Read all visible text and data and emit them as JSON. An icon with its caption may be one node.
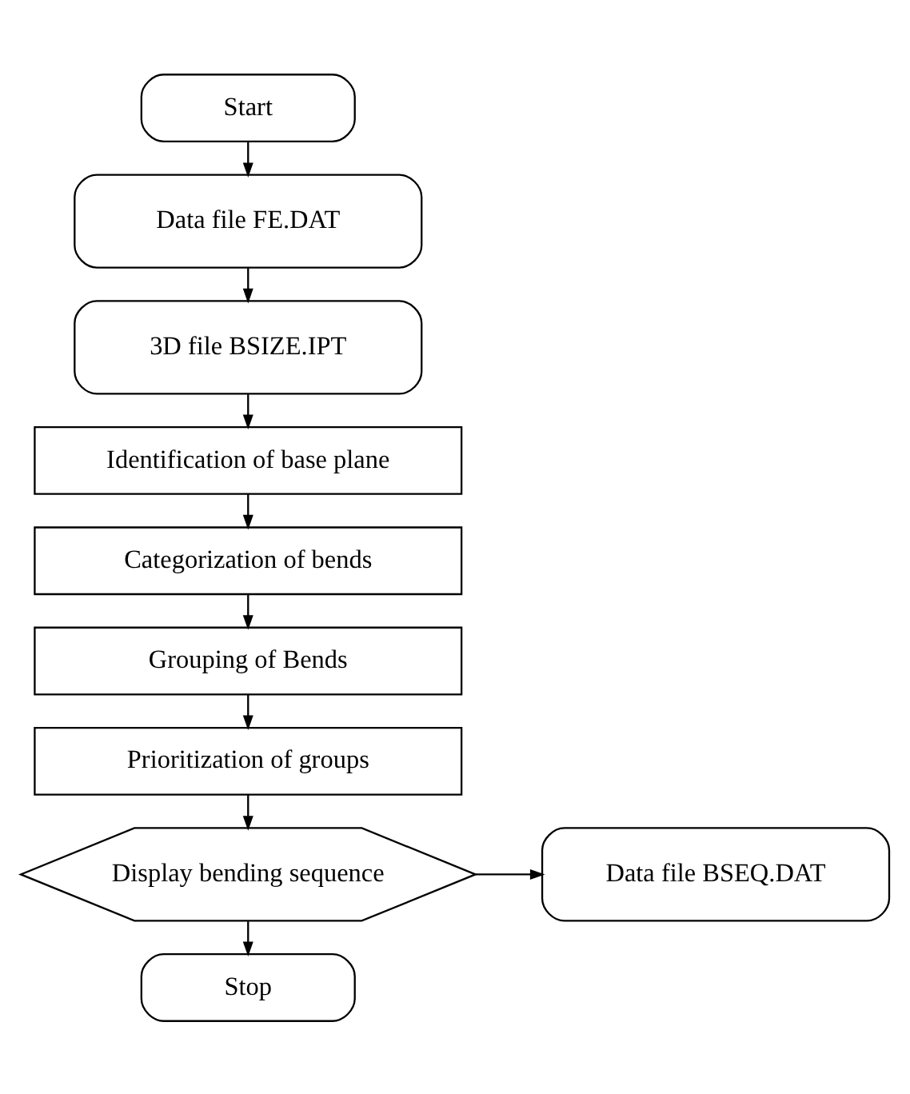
{
  "diagram": {
    "nodes": [
      {
        "text": [
          "Start"
        ]
      },
      {
        "text": [
          "Data file FE.DAT"
        ]
      },
      {
        "text": [
          "3D file BSIZE.IPT"
        ]
      },
      {
        "text": [
          "Identification of base plane"
        ]
      },
      {
        "text": [
          "Categorization of bends"
        ]
      },
      {
        "text": [
          "Grouping of Bends"
        ]
      },
      {
        "text": [
          "Prioritization of groups"
        ]
      },
      {
        "text": [
          "Display bending sequence"
        ]
      },
      {
        "text": [
          "Data file BSEQ.DAT"
        ]
      },
      {
        "text": [
          "Stop"
        ]
      }
    ],
    "edges": [
      {
        "from": 0,
        "to": 1,
        "arrow": "to"
      },
      {
        "from": 1,
        "to": 2,
        "arrow": "to"
      },
      {
        "from": 2,
        "to": 3,
        "arrow": "to"
      },
      {
        "from": 3,
        "to": 4,
        "arrow": "to"
      },
      {
        "from": 4,
        "to": 5,
        "arrow": "to"
      },
      {
        "from": 5,
        "to": 6,
        "arrow": "to"
      },
      {
        "from": 6,
        "to": 7,
        "arrow": "to"
      },
      {
        "from": 7,
        "to": 8,
        "arrow": "to"
      },
      {
        "from": 7,
        "to": 9,
        "arrow": "to"
      }
    ]
  }
}
